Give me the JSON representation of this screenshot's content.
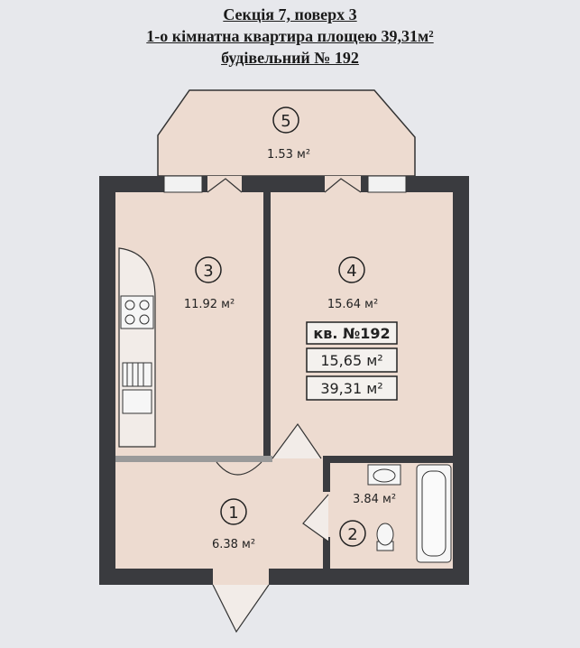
{
  "header": {
    "line1": "Секція 7, поверх 3",
    "line2": "1-о кімнатна квартира площею 39,31м²",
    "line3": "будівельний № 192"
  },
  "rooms": [
    {
      "number": "1",
      "area": "6.38 м²"
    },
    {
      "number": "2",
      "area": "3.84 м²"
    },
    {
      "number": "3",
      "area": "11.92 м²"
    },
    {
      "number": "4",
      "area": "15.64 м²"
    },
    {
      "number": "5",
      "area": "1.53 м²"
    }
  ],
  "apartment": {
    "title": "кв. №192",
    "living_area": "15,65 м²",
    "total_area": "39,31 м²"
  },
  "colors": {
    "floor": "#eddbd0",
    "wall": "#3a3b3f",
    "background": "#e7e8ec"
  }
}
